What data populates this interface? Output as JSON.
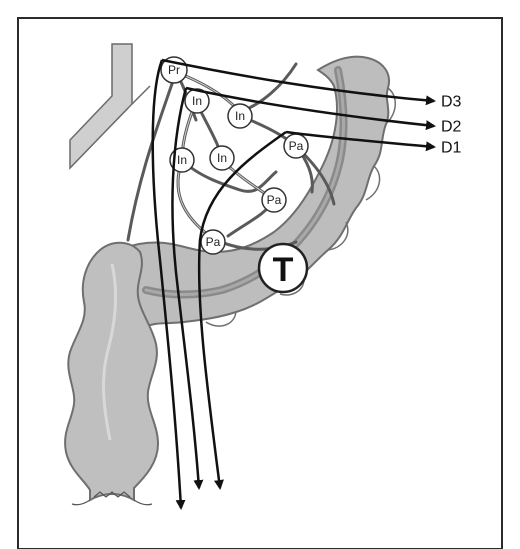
{
  "diagram": {
    "nodes": [
      {
        "id": "pr",
        "label": "Pr"
      },
      {
        "id": "in1",
        "label": "In"
      },
      {
        "id": "in2",
        "label": "In"
      },
      {
        "id": "in3",
        "label": "In"
      },
      {
        "id": "in4",
        "label": "In"
      },
      {
        "id": "pa1",
        "label": "Pa"
      },
      {
        "id": "pa2",
        "label": "Pa"
      },
      {
        "id": "pa3",
        "label": "Pa"
      }
    ],
    "tumor_label": "T",
    "dissection_labels": {
      "d3": "D3",
      "d2": "D2",
      "d1": "D1"
    },
    "colors": {
      "frame": "#2b2b2b",
      "bowel_fill": "#bdbdbd",
      "bowel_dark": "#8f8f8f",
      "vessel": "#5a5a5a",
      "arrow": "#111111"
    }
  }
}
